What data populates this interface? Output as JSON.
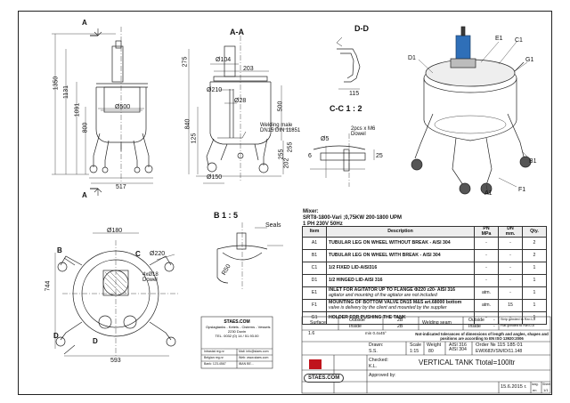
{
  "sections": {
    "aa": "A-A",
    "dd": "D-D",
    "cc": "C-C 1 : 2",
    "b15": "B 1 : 5",
    "a_top": "A",
    "a_bottom": "A",
    "b_mark": "B",
    "c_mark": "C",
    "d_mark": "D"
  },
  "dims": {
    "d1350": "1350",
    "d1131": "1131",
    "d1091": "1091",
    "d800": "800",
    "d500": "Ø500",
    "d517": "517",
    "d275": "275",
    "d104": "Ø104",
    "d203": "203",
    "d210": "Ø210",
    "d28": "Ø28",
    "d500b": "500",
    "d840": "840",
    "d125": "125",
    "d150": "Ø150",
    "d255": "255",
    "d202": "202",
    "d255b": "255",
    "welding_note": "Welding male\nDN15 DIN 11851",
    "d115": "115",
    "d5": "Ø5",
    "d6": "6",
    "d25": "25",
    "m6": "2pcs x M6\nDowel",
    "seals": "Seals",
    "r50": "R50",
    "d180": "Ø180",
    "d220": "Ø220",
    "d4x18": "4xØ18\nDowel",
    "d744": "744",
    "d593": "593",
    "d1": "D1",
    "e1": "E1",
    "c1": "C1",
    "g1": "G1",
    "b1": "B1",
    "f1": "F1",
    "a1": "A1"
  },
  "mixer": {
    "line1": "Mixer:",
    "line2": "SRT8-1800-Vari ;0,75KW 200-1800 UPM",
    "line3": "1 PH 230V 50Hz"
  },
  "bom": {
    "headers": [
      "Item",
      "Description",
      "PN\nMPa",
      "DN\nmm.",
      "Qty."
    ],
    "rows": [
      {
        "item": "A1",
        "desc": "TUBULAR LEG ON WHEEL WITHOUT BREAK - AISI 304",
        "sub": "",
        "pn": "-",
        "dn": "-",
        "qty": "2"
      },
      {
        "item": "B1",
        "desc": "TUBULAR LEG ON WHEEL WITH BREAK - AISI 304",
        "sub": "",
        "pn": "-",
        "dn": "-",
        "qty": "2"
      },
      {
        "item": "C1",
        "desc": "1/2 FIXED LID-AISI316",
        "sub": "",
        "pn": "-",
        "dn": "-",
        "qty": "1"
      },
      {
        "item": "D1",
        "desc": "1/2 HINGED LID-AISI 316",
        "sub": "",
        "pn": "-",
        "dn": "-",
        "qty": "1"
      },
      {
        "item": "E1",
        "desc": "INLET FOR AGITATOR UP TO FLANGE Φ220 z20- AISI 316",
        "sub": "agitator and mounting of the agitator are not included",
        "pn": "atm.",
        "dn": "-",
        "qty": "1"
      },
      {
        "item": "F1",
        "desc": "MOUNTING OF BOTTOM VALVE DN15 M&S art.68000 bottom",
        "sub": "valve is delivery by the client and mounted by the supplier",
        "pn": "atm.",
        "dn": "15",
        "qty": "1"
      },
      {
        "item": "G1",
        "desc": "HOLDER FOR PUSHING THE TANK",
        "sub": "",
        "pn": "-",
        "dn": "-",
        "qty": "1"
      }
    ]
  },
  "titleblock": {
    "surface": "Surface",
    "outside": "Outside",
    "inside": "Inside",
    "s_out": "2B",
    "s_in": "2B",
    "welding": "Welding seam",
    "w_out": "Outside",
    "w_in": "Inside",
    "w_out_v": "-",
    "w_in_v": "-",
    "ship1": "Strip grinded to Ra<1,6",
    "ship2": "Flat grinded to Ra<0,8",
    "ra": "1.6",
    "ra2": "min 0.4x45°",
    "tolerance": "Not-indicated tolerances of dimensions of length and angles, shapes and positions are according to EN ISO 13920:2006",
    "drawn": "Drawn:",
    "drawn_v": "S.S.",
    "checked": "Checked:",
    "checked_v": "K.L.",
    "approved": "Approved by:",
    "scale": "Scale",
    "scale_v": "1:15",
    "weight": "Weight",
    "weight_v": "80",
    "mat": "AISI 316\nAISI 304",
    "order": "Order № 115 185 01",
    "code": "EW0683VSN/ID/11.148",
    "title": "VERTICAL TANK Ttotal=100ltr",
    "date": "15.6.2015 г.",
    "sheet": "Sheet",
    "sheet_v": "1/1",
    "lang": "lang.",
    "lang_v": "en",
    "logo": "STAES.COM"
  },
  "company": {
    "name": "STAES.COM",
    "lines": "Opslagtanks - Ketels - Cisterns - Vessels\n2230 Duvin\nTEL. 0032 (0) 14 / 51.93.00",
    "contacts": [
      "Intrastat reg.nr",
      "Mail: info@staes.com",
      "Belgian reg.nr",
      "Web: www.staes.com",
      "Bank: 123-4567",
      "IBAN BE..."
    ]
  }
}
